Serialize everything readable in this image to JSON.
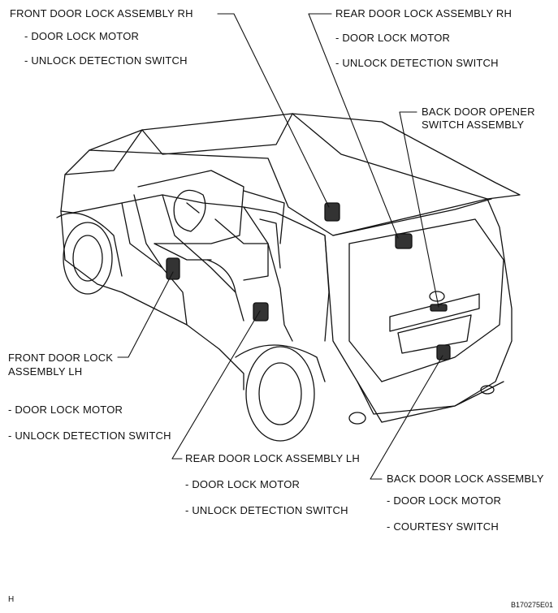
{
  "labels": {
    "front_rh": {
      "title": "FRONT DOOR LOCK ASSEMBLY RH",
      "items": [
        "- DOOR LOCK MOTOR",
        "- UNLOCK DETECTION SWITCH"
      ]
    },
    "rear_rh": {
      "title": "REAR DOOR LOCK ASSEMBLY RH",
      "items": [
        "- DOOR LOCK MOTOR",
        "- UNLOCK DETECTION SWITCH"
      ]
    },
    "back_opener": {
      "title_line1": "BACK DOOR OPENER",
      "title_line2": "SWITCH ASSEMBLY"
    },
    "front_lh": {
      "title_line1": "FRONT DOOR LOCK",
      "title_line2": "ASSEMBLY LH",
      "items": [
        "- DOOR LOCK MOTOR",
        "- UNLOCK DETECTION SWITCH"
      ]
    },
    "rear_lh": {
      "title": "REAR DOOR LOCK ASSEMBLY LH",
      "items": [
        "- DOOR LOCK MOTOR",
        "- UNLOCK DETECTION SWITCH"
      ]
    },
    "back_door": {
      "title": "BACK DOOR LOCK ASSEMBLY",
      "items": [
        "- DOOR LOCK MOTOR",
        "- COURTESY SWITCH"
      ]
    }
  },
  "corner_left": "H",
  "figure_id": "B170275E01"
}
